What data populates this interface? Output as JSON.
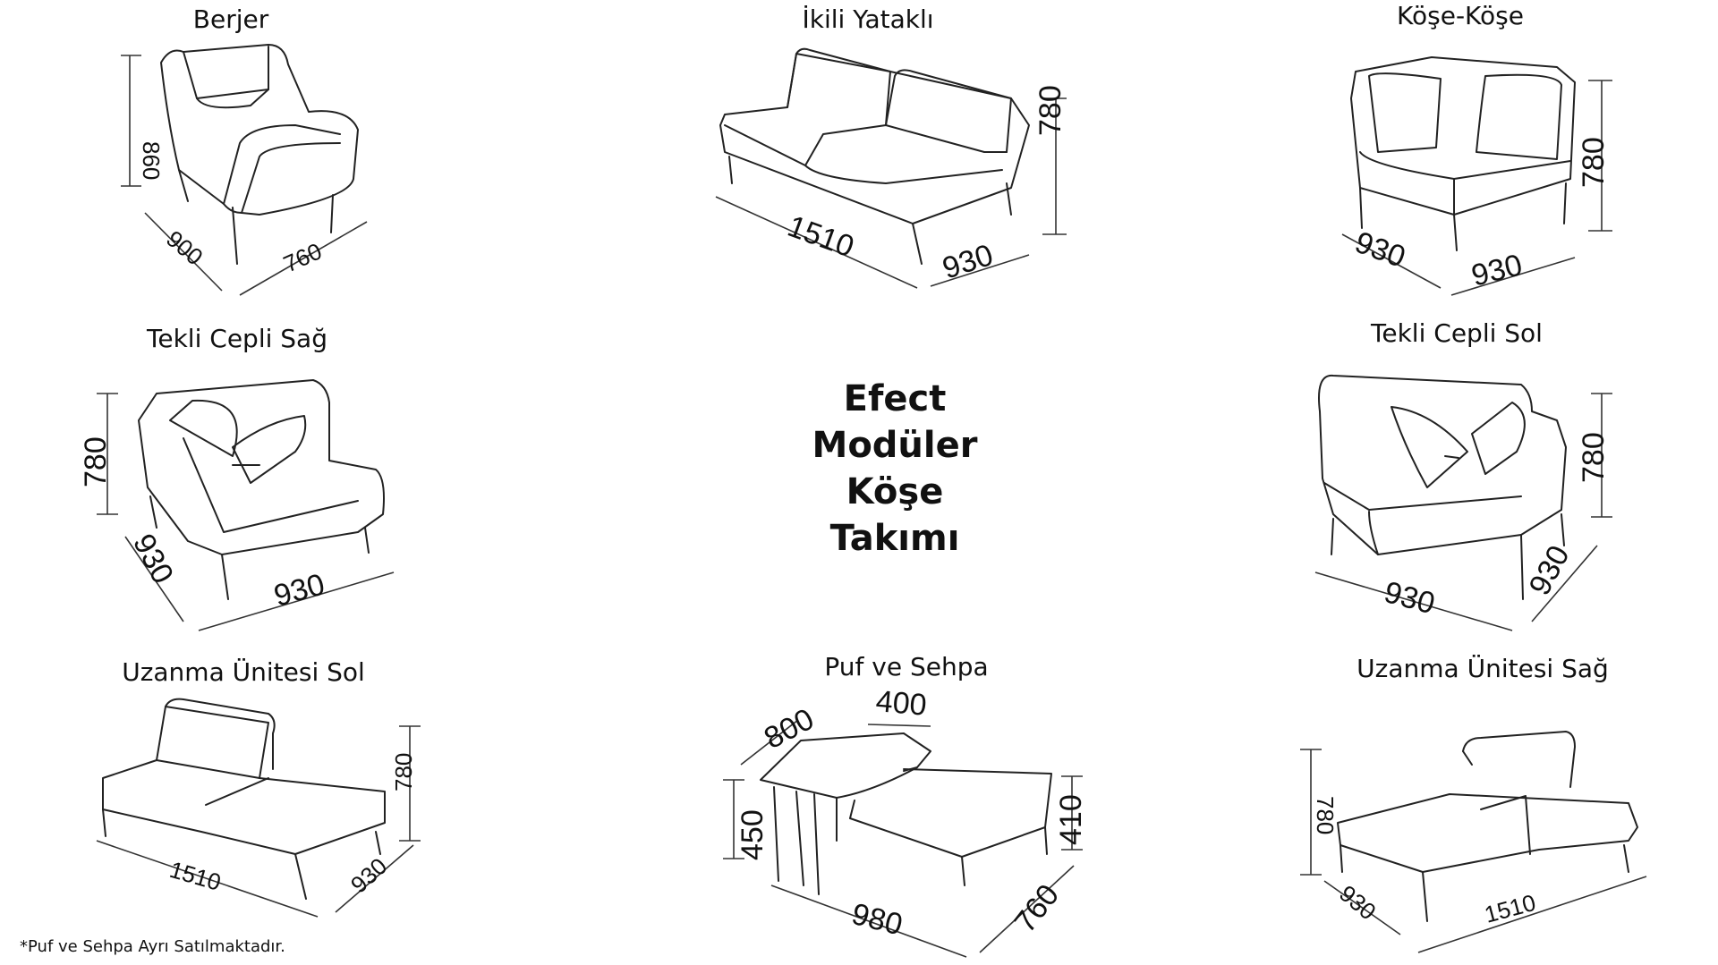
{
  "center_title": [
    "Efect",
    "Modüler",
    "Köşe",
    "Takımı"
  ],
  "note": "*Puf ve Sehpa Ayrı Satılmaktadır.",
  "modules": [
    {
      "name": "Berjer",
      "dims": [
        "860",
        "900",
        "760"
      ]
    },
    {
      "name": "İkili Yataklı",
      "dims": [
        "1510",
        "930",
        "780"
      ]
    },
    {
      "name": "Köşe-Köşe",
      "dims": [
        "930",
        "930",
        "780"
      ]
    },
    {
      "name": "Tekli Cepli Sağ",
      "dims": [
        "780",
        "930",
        "930"
      ]
    },
    {
      "name": "Tekli Cepli Sol",
      "dims": [
        "780",
        "930",
        "930"
      ]
    },
    {
      "name": "Uzanma Ünitesi Sol",
      "dims": [
        "780",
        "1510",
        "930"
      ]
    },
    {
      "name": "Puf ve Sehpa",
      "dims": [
        "800",
        "400",
        "450",
        "410",
        "980",
        "760"
      ]
    },
    {
      "name": "Uzanma Ünitesi Sağ",
      "dims": [
        "780",
        "930",
        "1510"
      ]
    }
  ]
}
